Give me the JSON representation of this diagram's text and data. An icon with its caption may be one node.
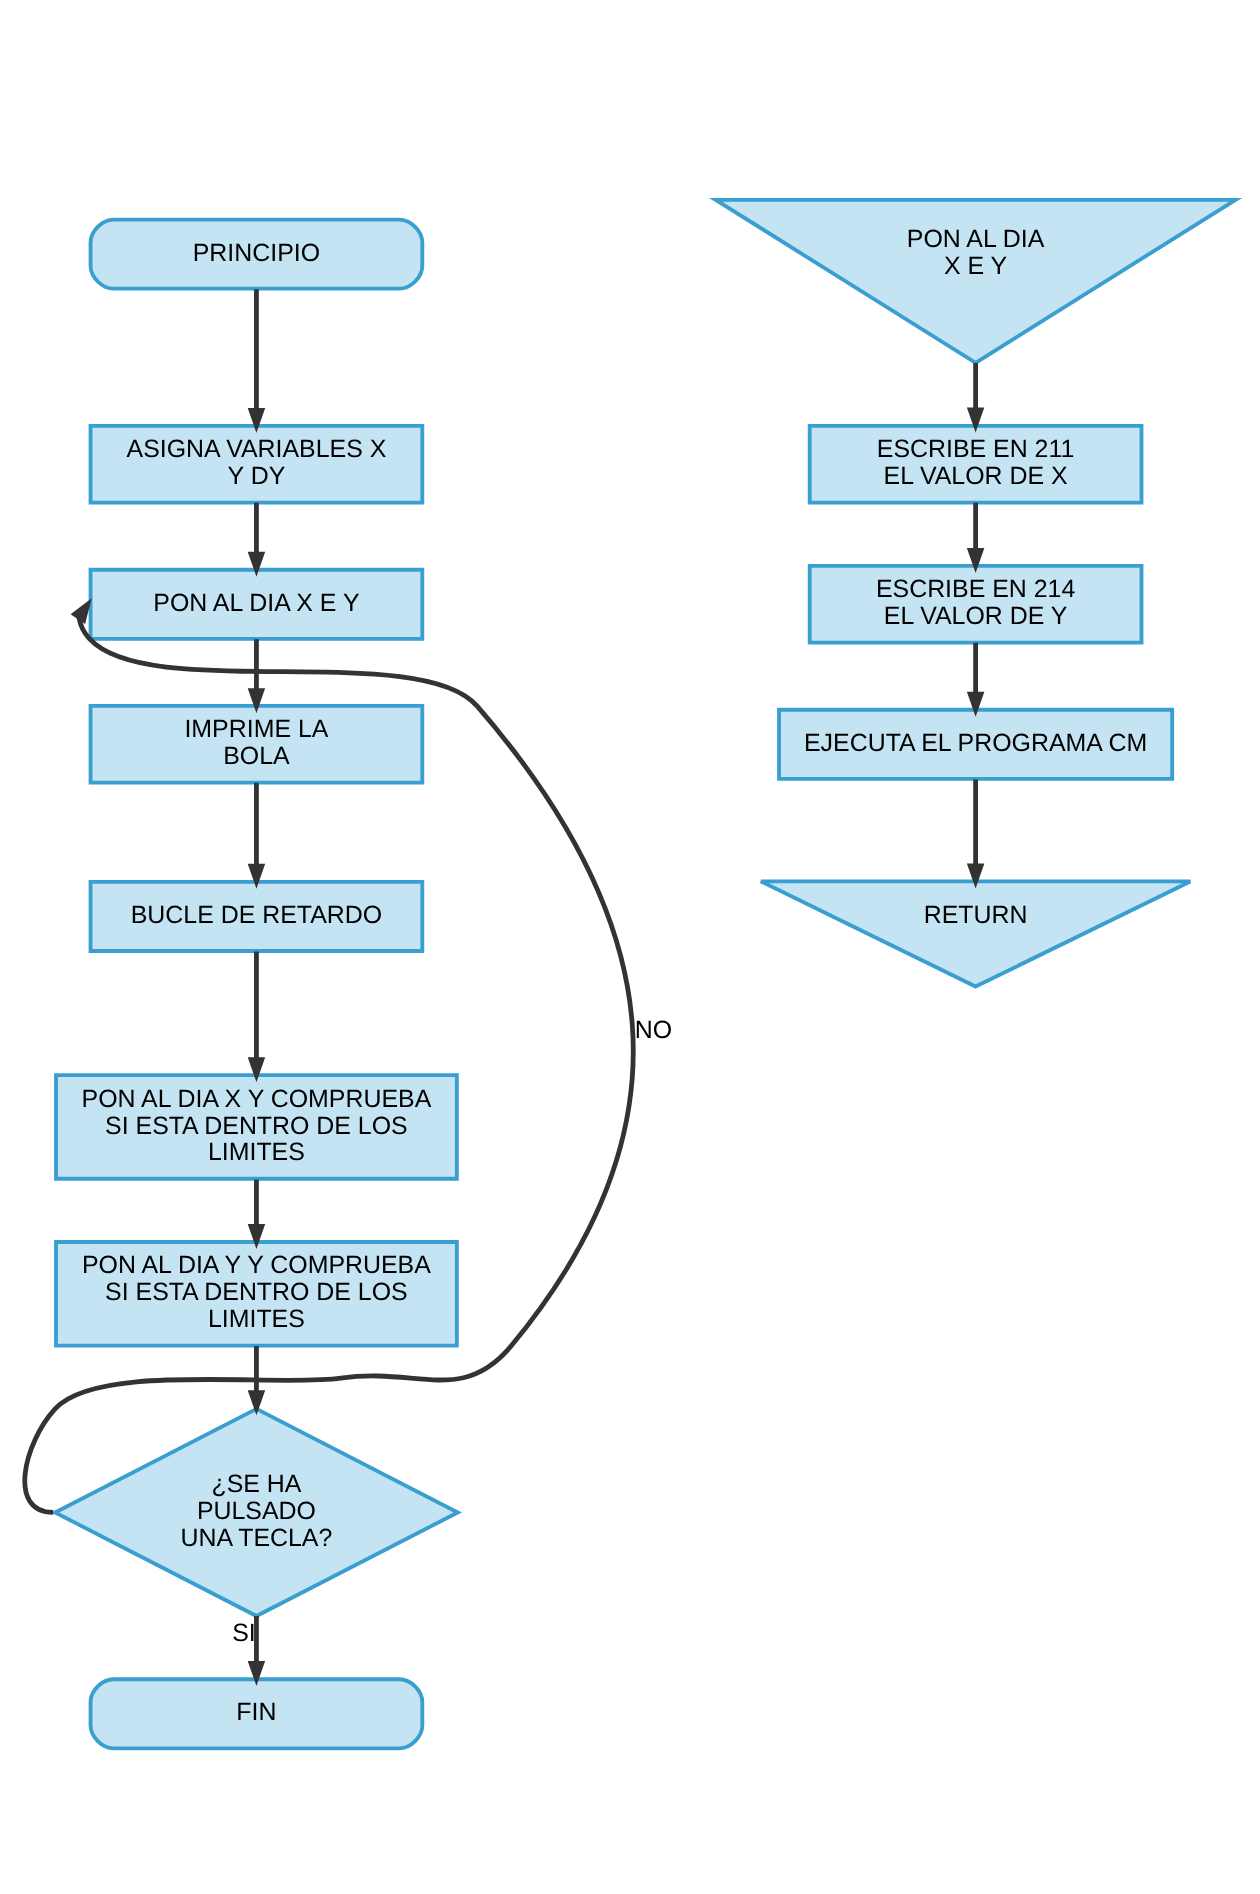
{
  "diagram": {
    "nodes": [
      {
        "text": [
          "PRINCIPIO"
        ]
      },
      {
        "text": [
          "ASIGNA VARIABLES X Y DY"
        ]
      },
      {
        "text": [
          "PON AL DIA X E Y"
        ]
      },
      {
        "text": [
          "IMPRIME LA BOLA"
        ]
      },
      {
        "text": [
          "BUCLE DE RETARDO"
        ]
      },
      {
        "text": [
          "PON AL DIA X Y COMPRUEBA SI ESTA DENTRO DE LOS LIMITES"
        ]
      },
      {
        "text": [
          "PON AL DIA Y Y COMPRUEBA SI ESTA DENTRO DE LOS LIMITES"
        ]
      },
      {
        "text": [
          "¿SE HA PULSADO UNA TECLA?"
        ]
      },
      {
        "text": [
          "FIN"
        ]
      },
      {
        "text": [
          "PON AL DIA X E Y"
        ]
      },
      {
        "text": [
          "ESCRIBE EN 211 EL VALOR DE X"
        ]
      },
      {
        "text": [
          "ESCRIBE EN 214 EL VALOR DE Y"
        ]
      },
      {
        "text": [
          "EJECUTA EL PROGRAMA CM"
        ]
      },
      {
        "text": [
          "RETURN"
        ]
      }
    ],
    "edges": [
      {
        "from": 0,
        "to": 1,
        "arrow": "to"
      },
      {
        "from": 1,
        "to": 2,
        "arrow": "to"
      },
      {
        "from": 2,
        "to": 3,
        "arrow": "to"
      },
      {
        "from": 3,
        "to": 4,
        "arrow": "to"
      },
      {
        "from": 4,
        "to": 5,
        "arrow": "to"
      },
      {
        "from": 5,
        "to": 6,
        "arrow": "to"
      },
      {
        "from": 6,
        "to": 7,
        "arrow": "to"
      },
      {
        "from": 7,
        "to": 2,
        "arrow": "to",
        "label": "NO"
      },
      {
        "from": 7,
        "to": 8,
        "arrow": "to",
        "label": "SI"
      },
      {
        "from": 9,
        "to": 10,
        "arrow": "to"
      },
      {
        "from": 10,
        "to": 11,
        "arrow": "to"
      },
      {
        "from": 11,
        "to": 12,
        "arrow": "to"
      },
      {
        "from": 12,
        "to": 13,
        "arrow": "to"
      }
    ]
  }
}
